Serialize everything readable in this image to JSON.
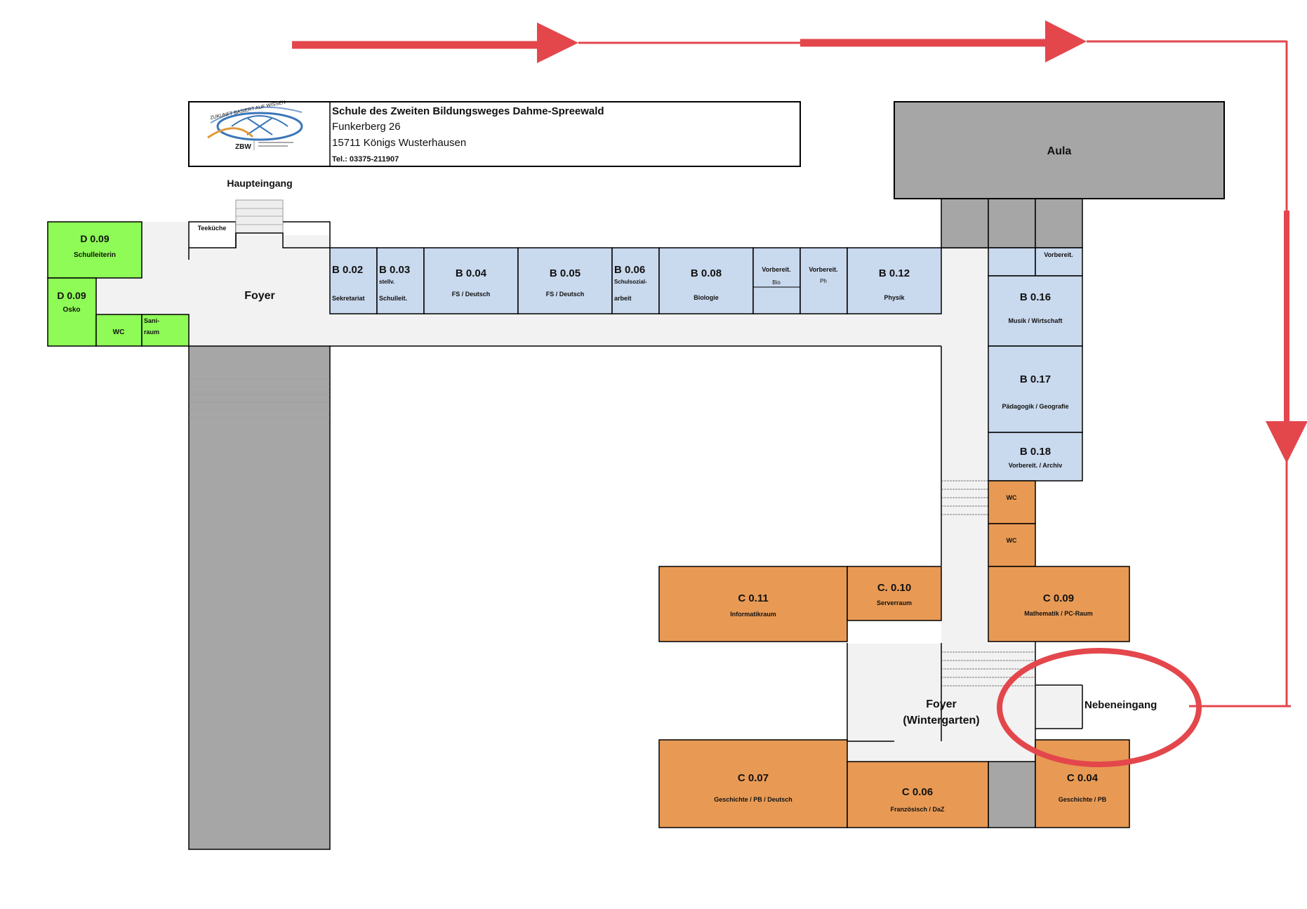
{
  "header": {
    "logo": {
      "arc_text": "ZUKUNFT BASIERT AUF WISSEN",
      "abbr": "ZBW"
    },
    "school_name": "Schule des Zweiten Bildungsweges Dahme-Spreewald",
    "street": "Funkerberg 26",
    "city": "15711 Königs Wusterhausen",
    "phone": "Tel.: 03375-211907"
  },
  "entrances": {
    "main": "Haupteingang",
    "side": "Nebeneingang"
  },
  "areas": {
    "aula": "Aula",
    "foyer": "Foyer",
    "foyer2_l1": "Foyer",
    "foyer2_l2": "(Wintergarten)",
    "teekueche": "Teeküche"
  },
  "rooms_d": [
    {
      "code": "D 0.09",
      "label": "Schulleiterin"
    },
    {
      "code": "D 0.09",
      "label": "Osko"
    },
    {
      "code": "WC",
      "label": ""
    },
    {
      "code": "Sani-",
      "label": "raum"
    }
  ],
  "rooms_b": [
    {
      "code": "B 0.02",
      "label": "Sekretariat"
    },
    {
      "code": "B 0.03",
      "label1": "stellv.",
      "label2": "Schulleit."
    },
    {
      "code": "B 0.04",
      "label": "FS / Deutsch"
    },
    {
      "code": "B 0.05",
      "label": "FS / Deutsch"
    },
    {
      "code": "B 0.06",
      "label1": "Schulsozial-",
      "label2": "arbeit"
    },
    {
      "code": "B 0.08",
      "label": "Biologie"
    },
    {
      "code": "Vorbereit.",
      "label": "Bio"
    },
    {
      "code": "Vorbereit.",
      "label": "Ph"
    },
    {
      "code": "B 0.12",
      "label": "Physik"
    },
    {
      "code": "Vorbereit.",
      "label": ""
    },
    {
      "code": "B 0.16",
      "label": "Musik / Wirtschaft"
    },
    {
      "code": "B 0.17",
      "label": "Pädagogik / Geografie"
    },
    {
      "code": "B 0.18",
      "label": "Vorbereit. / Archiv"
    }
  ],
  "rooms_c": [
    {
      "code": "WC",
      "label": ""
    },
    {
      "code": "WC",
      "label": ""
    },
    {
      "code": "C 0.11",
      "label": "Informatikraum"
    },
    {
      "code": "C. 0.10",
      "label": "Serverraum"
    },
    {
      "code": "C 0.09",
      "label": "Mathematik / PC-Raum"
    },
    {
      "code": "C 0.07",
      "label": "Geschichte / PB / Deutsch"
    },
    {
      "code": "C 0.06",
      "label": "Französisch / DaZ"
    },
    {
      "code": "C 0.04",
      "label": "Geschichte / PB"
    }
  ],
  "colors": {
    "blue_rooms": "#c9d9ee",
    "green_rooms": "#8efb56",
    "orange_rooms": "#e89a55",
    "gray": "#a6a6a6",
    "corridor": "#f2f2f2",
    "arrow": "#e3474c"
  }
}
